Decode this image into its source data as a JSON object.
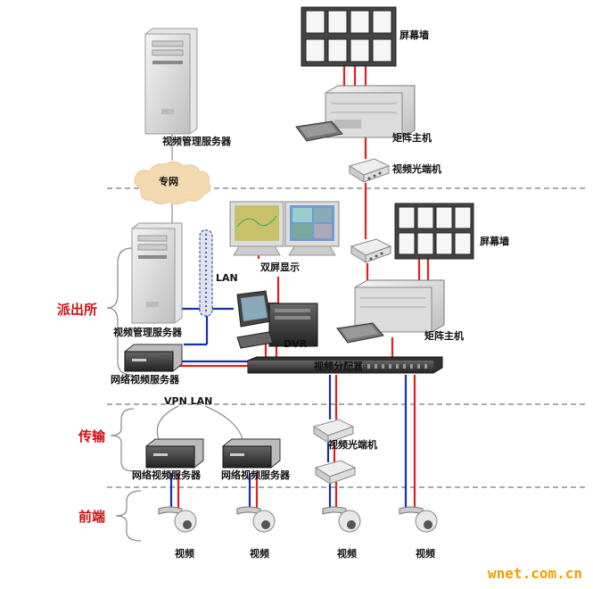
{
  "zones": {
    "police_station": "派出所",
    "transmission": "传输",
    "front_end": "前端"
  },
  "labels": {
    "screen_wall_top": "屏幕墙",
    "matrix_host_top": "矩阵主机",
    "video_mgmt_server_top": "视频管理服务器",
    "private_network": "专网",
    "optical_transceiver_top": "视频光端机",
    "lan": "LAN",
    "dual_display": "双屏显示",
    "screen_wall_mid": "屏幕墙",
    "video_mgmt_server_mid": "视频管理服务器",
    "dvr": "DVR",
    "matrix_host_mid": "矩阵主机",
    "network_video_server_mid": "网络视频服务器",
    "video_distributor": "视频分配器",
    "vpn_lan": "VPN LAN",
    "optical_transceiver_bottom": "视频光端机",
    "network_video_server_left": "网络视频服务器",
    "network_video_server_right": "网络视频服务器",
    "camera_1": "视频",
    "camera_2": "视频",
    "camera_3": "视频",
    "camera_4": "视频"
  },
  "watermark": "wnet.com.cn",
  "colors": {
    "signal_red": "#e02020",
    "network_blue": "#1a2fa8",
    "zone_red": "#cc1111",
    "cloud": "#f3d9b0",
    "dashed": "#555555"
  }
}
